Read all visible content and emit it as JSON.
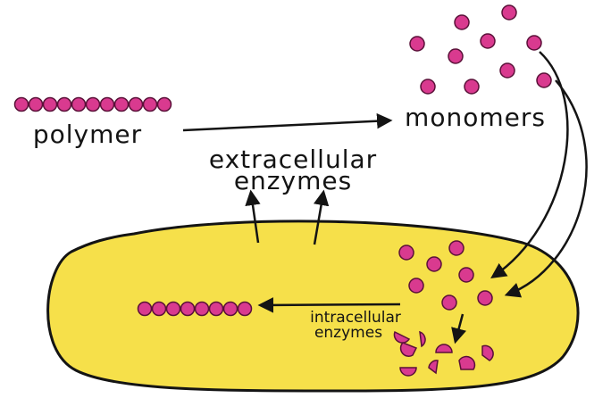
{
  "labels": {
    "polymer": "polymer",
    "monomers": "monomers",
    "extracellular_line1": "extracellular",
    "extracellular_line2": "enzymes",
    "intracellular_line1": "intracellular",
    "intracellular_line2": "enzymes"
  },
  "colors": {
    "bead_fill": "#d93a8f",
    "bead_stroke": "#5a1038",
    "cell_fill": "#f6e04a",
    "cell_stroke": "#141414",
    "arrow": "#141414"
  }
}
